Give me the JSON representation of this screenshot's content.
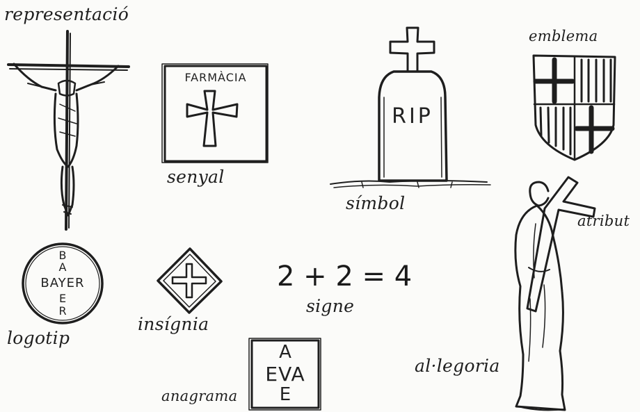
{
  "labels": {
    "representacio": "representació",
    "senyal": "senyal",
    "simbol": "símbol",
    "emblema": "emblema",
    "atribut": "atribut",
    "logotip": "logotip",
    "insignia": "insígnia",
    "signe": "signe",
    "anagrama": "anagrama",
    "allegoria": "al·legoria"
  },
  "senyal_sign": {
    "text": "FARMÀCIA"
  },
  "tombstone": {
    "text": "RIP"
  },
  "logo": {
    "vertical": [
      "B",
      "A",
      "Y",
      "E",
      "R"
    ],
    "horizontal": "BAYER"
  },
  "equation": {
    "text": "2 + 2 = 4"
  },
  "anagram": {
    "line1": "A",
    "line2": "EVA",
    "line3": "E"
  },
  "ink_color": "#1e1e1e",
  "paper_color": "#fbfbf9",
  "icons": [
    "crucifix-icon",
    "pharmacy-cross-icon",
    "tombstone-icon",
    "shield-icon",
    "bayer-logo-icon",
    "diamond-cross-icon",
    "statue-icon"
  ]
}
